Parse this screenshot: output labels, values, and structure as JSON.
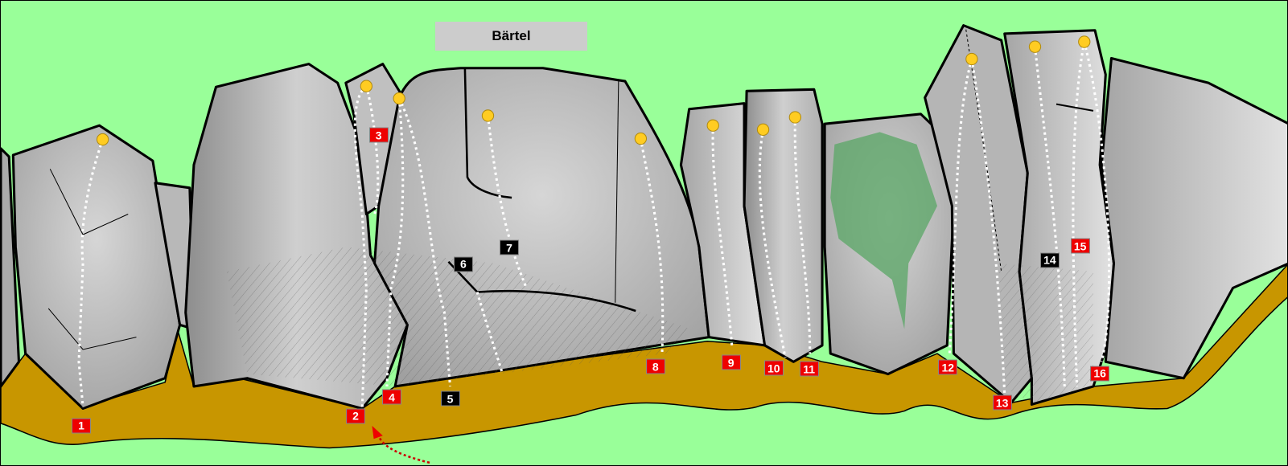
{
  "title": "Bärtel",
  "colors": {
    "sky": "#99ff99",
    "ground": "#c89600",
    "rock": "#bbbbbb",
    "bolt": "#ffcc22",
    "label_red": "#ee0000",
    "label_black": "#000000",
    "moss": "#5fa86a"
  },
  "routes": [
    {
      "number": "1",
      "color": "red"
    },
    {
      "number": "2",
      "color": "red"
    },
    {
      "number": "3",
      "color": "red"
    },
    {
      "number": "4",
      "color": "red"
    },
    {
      "number": "5",
      "color": "black"
    },
    {
      "number": "6",
      "color": "black"
    },
    {
      "number": "7",
      "color": "black"
    },
    {
      "number": "8",
      "color": "red"
    },
    {
      "number": "9",
      "color": "red"
    },
    {
      "number": "10",
      "color": "red"
    },
    {
      "number": "11",
      "color": "red"
    },
    {
      "number": "12",
      "color": "red"
    },
    {
      "number": "13",
      "color": "red"
    },
    {
      "number": "14",
      "color": "black"
    },
    {
      "number": "15",
      "color": "red"
    },
    {
      "number": "16",
      "color": "red"
    }
  ]
}
